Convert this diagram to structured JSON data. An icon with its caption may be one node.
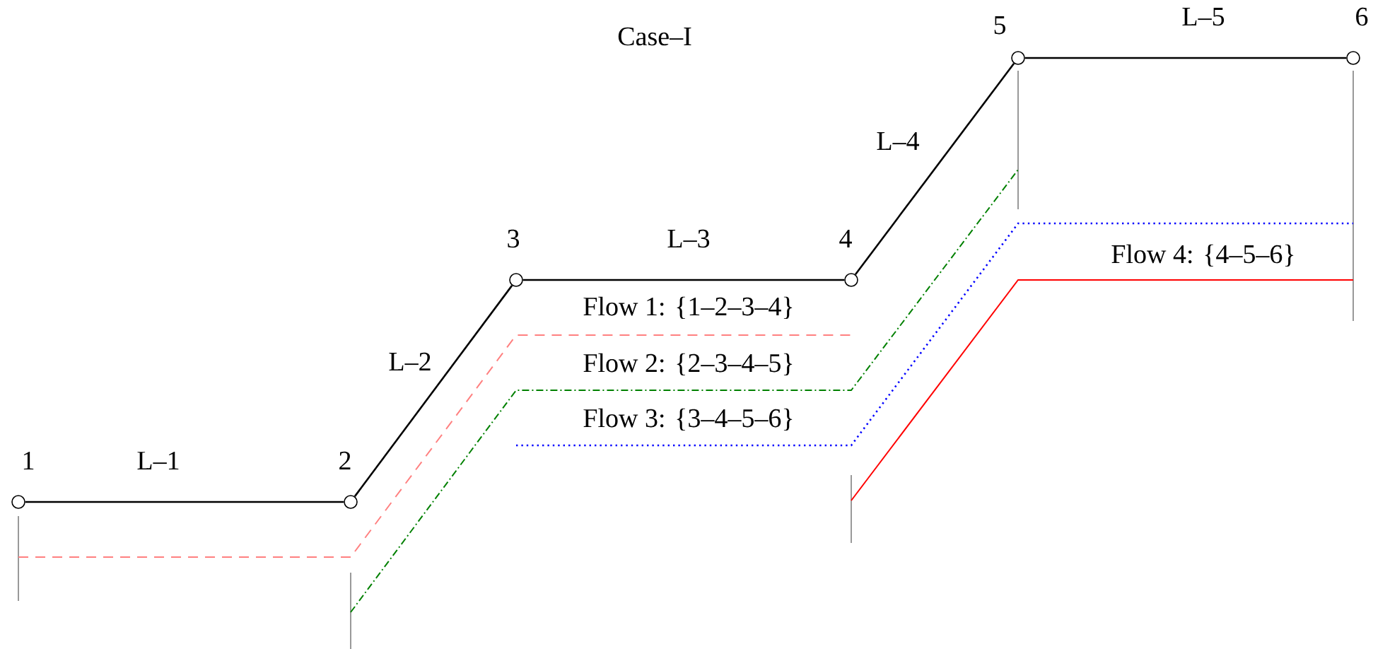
{
  "diagram": {
    "title": "Case–I",
    "nodes": [
      {
        "text": [
          "1"
        ]
      },
      {
        "text": [
          "2"
        ]
      },
      {
        "text": [
          "3"
        ]
      },
      {
        "text": [
          "4"
        ]
      },
      {
        "text": [
          "5"
        ]
      },
      {
        "text": [
          "6"
        ]
      }
    ],
    "edges": [
      {
        "from": 0,
        "to": 1,
        "arrow": "none",
        "label": "L–1"
      },
      {
        "from": 1,
        "to": 2,
        "arrow": "none",
        "label": "L–2"
      },
      {
        "from": 2,
        "to": 3,
        "arrow": "none",
        "label": "L–3"
      },
      {
        "from": 3,
        "to": 4,
        "arrow": "none",
        "label": "L–4"
      },
      {
        "from": 4,
        "to": 5,
        "arrow": "none",
        "label": "L–5"
      }
    ],
    "labels": [
      "Flow 1: {1–2–3–4}",
      "Flow 2: {2–3–4–5}",
      "Flow 3: {3–4–5–6}",
      "Flow 4: {4–5–6}"
    ]
  }
}
